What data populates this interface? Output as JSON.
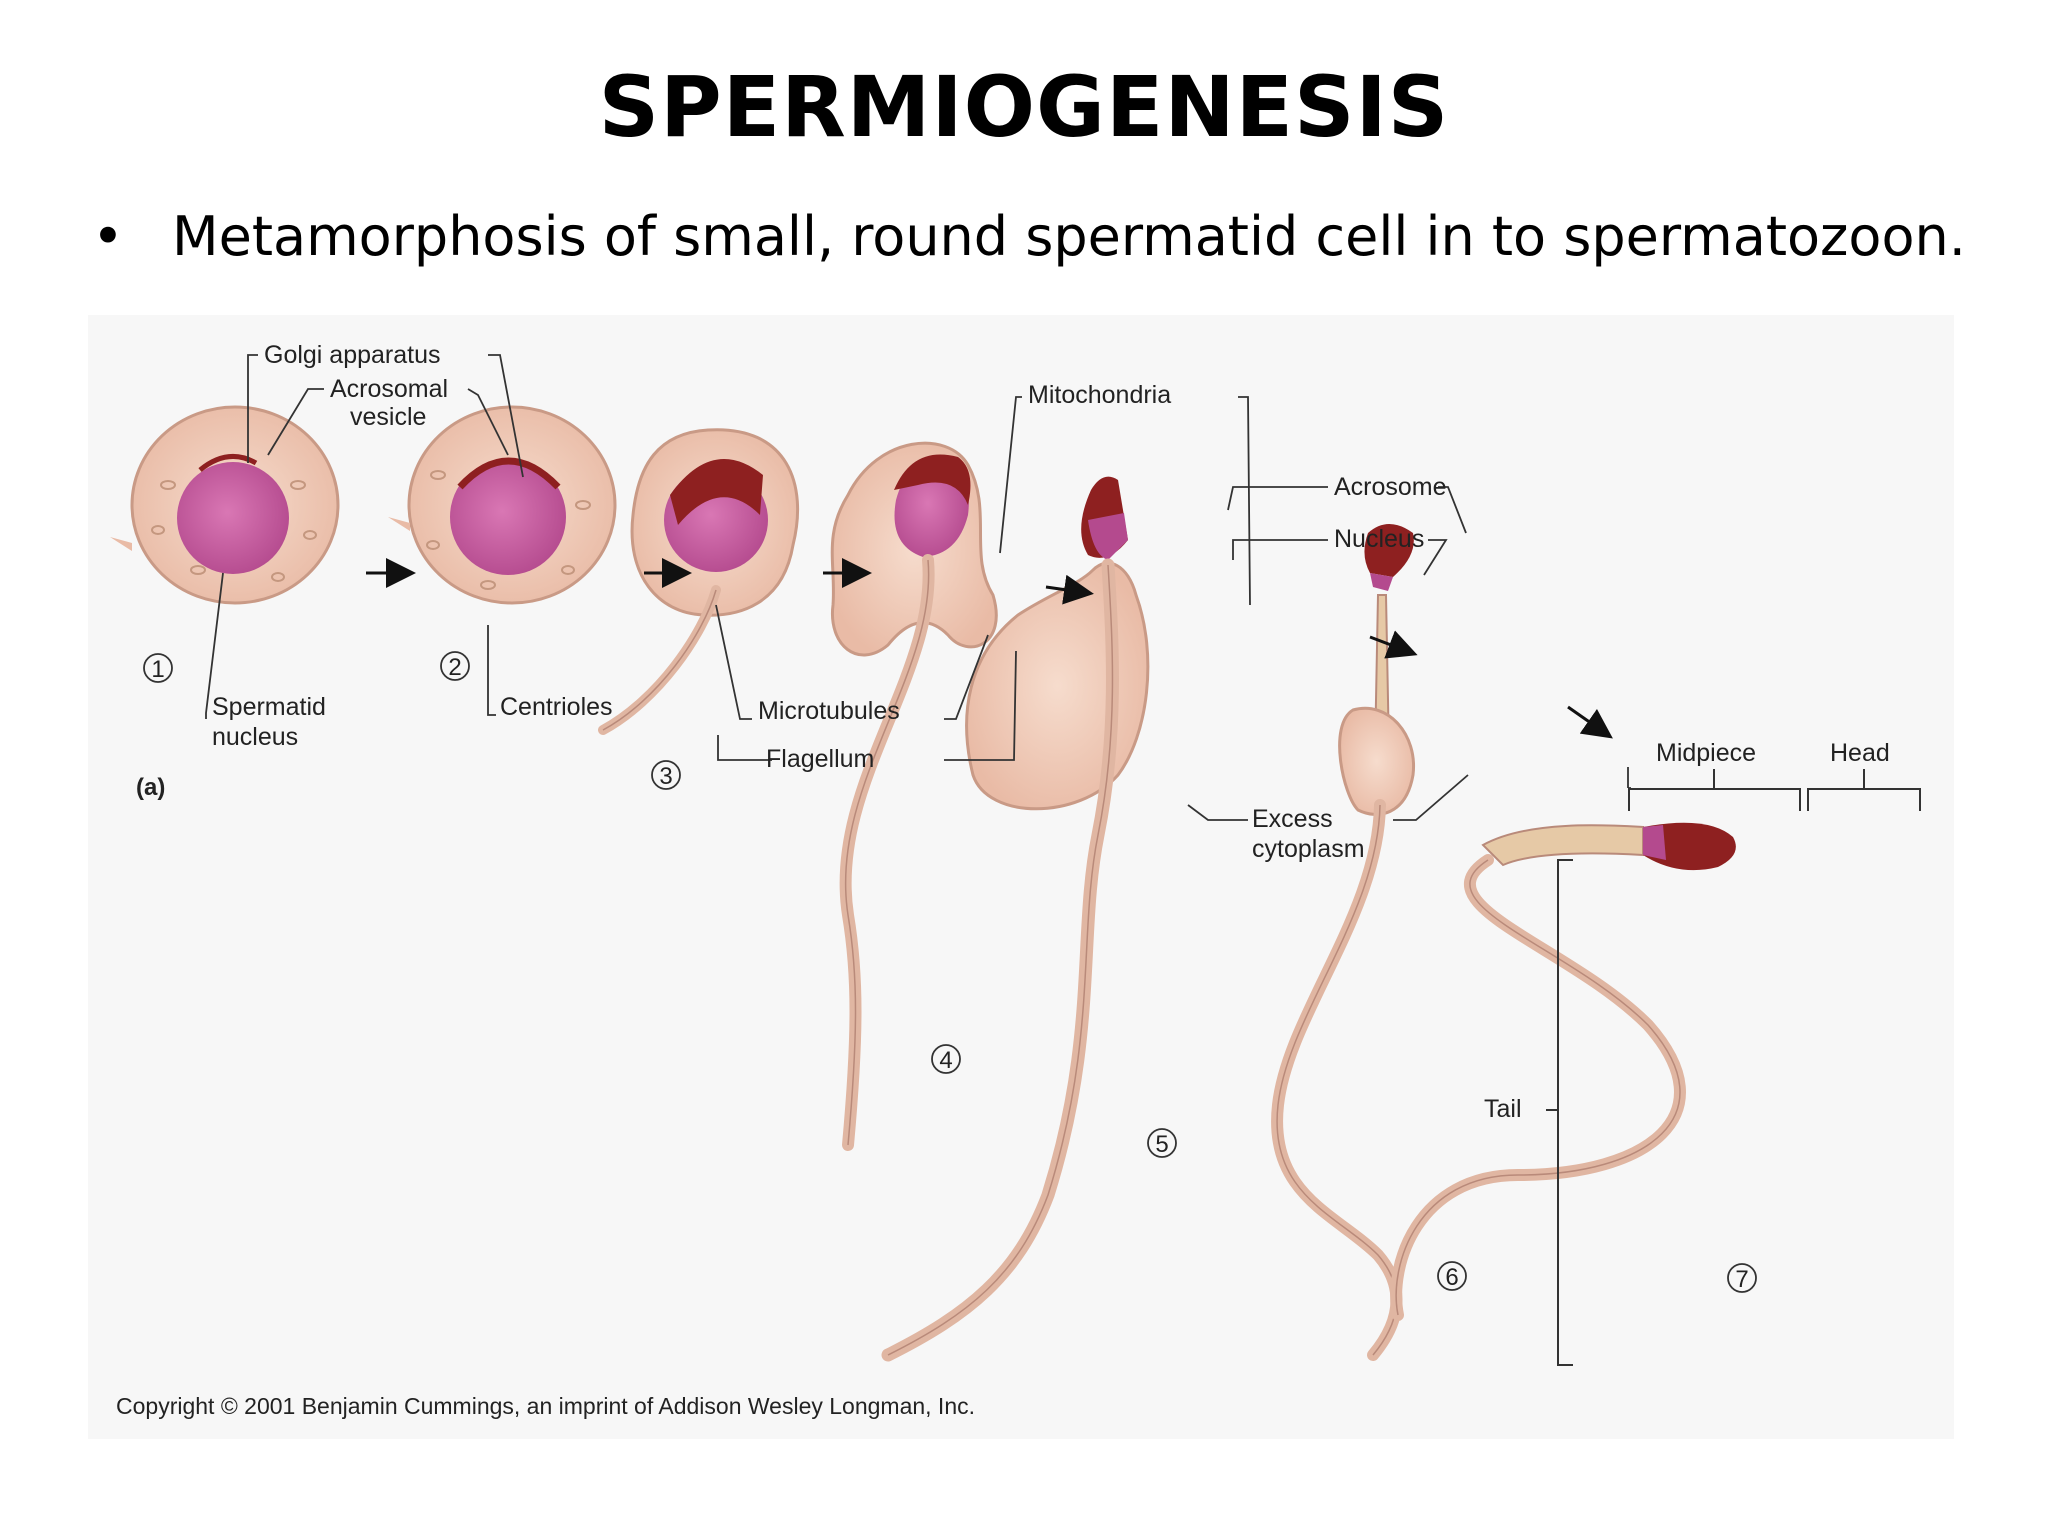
{
  "title": "SPERMIOGENESIS",
  "bullet": "Metamorphosis of small, round spermatid cell in to spermatozoon.",
  "figure": {
    "panel_label": "(a)",
    "labels": {
      "golgi": "Golgi apparatus",
      "acrosomal1": "Acrosomal",
      "acrosomal2": "vesicle",
      "spermatid1": "Spermatid",
      "spermatid2": "nucleus",
      "centrioles": "Centrioles",
      "mitochondria": "Mitochondria",
      "microtubules": "Microtubules",
      "flagellum": "Flagellum",
      "acrosome": "Acrosome",
      "nucleus": "Nucleus",
      "excess1": "Excess",
      "excess2": "cytoplasm",
      "midpiece": "Midpiece",
      "head": "Head",
      "tail": "Tail"
    },
    "stages": [
      "1",
      "2",
      "3",
      "4",
      "5",
      "6",
      "7"
    ],
    "copyright": "Copyright © 2001 Benjamin Cummings, an imprint of Addison Wesley Longman, Inc."
  },
  "colors": {
    "cytoplasm": "#efc9b6",
    "nucleus": "#c0559a",
    "acrosome": "#8e2020",
    "outline": "#b98a7a"
  }
}
